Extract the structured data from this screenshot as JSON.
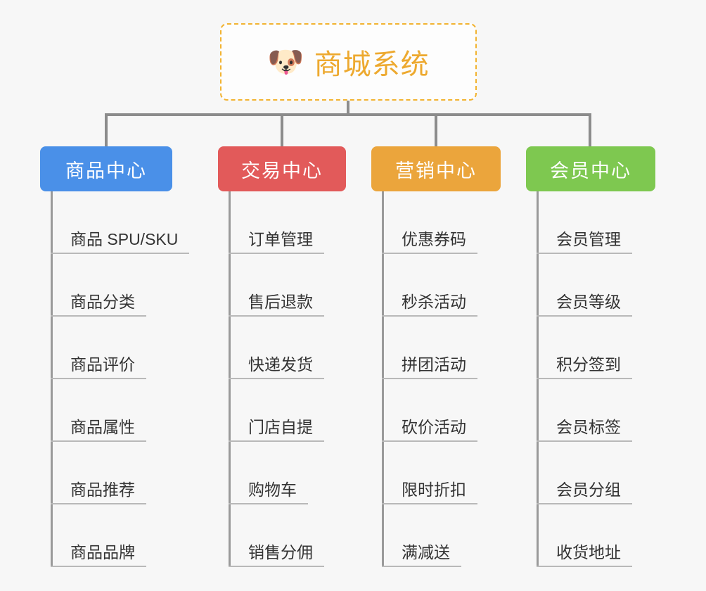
{
  "diagram": {
    "type": "mindmap",
    "background_color": "#f7f7f7",
    "connector_color": "#8c8c8c",
    "root": {
      "icon": "dog-face-emoji",
      "icon_glyph": "🐶",
      "title": "商城系统",
      "text_color": "#eda92f",
      "border_color": "#f2b331",
      "border_style": "dashed",
      "background_color": "#fdfdfd"
    },
    "categories": [
      {
        "label": "商品中心",
        "color": "#4a90e8",
        "items": [
          "商品 SPU/SKU",
          "商品分类",
          "商品评价",
          "商品属性",
          "商品推荐",
          "商品品牌"
        ]
      },
      {
        "label": "交易中心",
        "color": "#e25a5a",
        "items": [
          "订单管理",
          "售后退款",
          "快递发货",
          "门店自提",
          "购物车",
          "销售分佣"
        ]
      },
      {
        "label": "营销中心",
        "color": "#eba53c",
        "items": [
          "优惠券码",
          "秒杀活动",
          "拼团活动",
          "砍价活动",
          "限时折扣",
          "满减送"
        ]
      },
      {
        "label": "会员中心",
        "color": "#7ec850",
        "items": [
          "会员管理",
          "会员等级",
          "积分签到",
          "会员标签",
          "会员分组",
          "收货地址"
        ]
      }
    ]
  }
}
